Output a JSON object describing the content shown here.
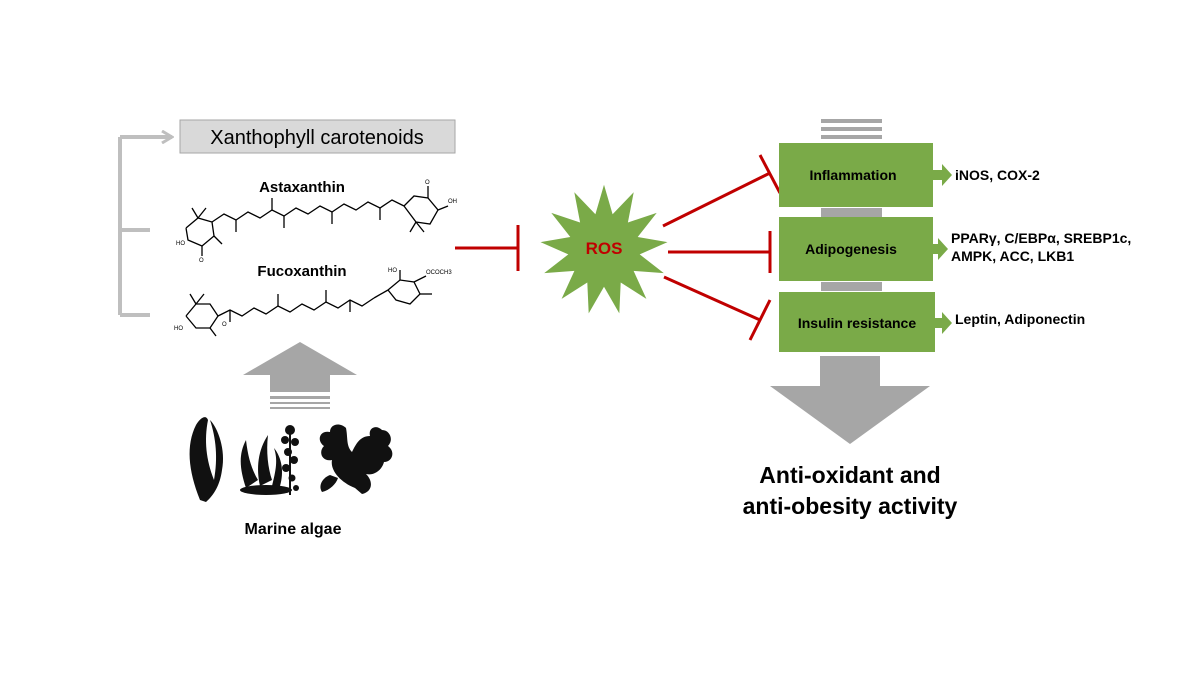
{
  "source": {
    "group_title": "Xanthophyll carotenoids",
    "compounds": [
      {
        "name": "Astaxanthin"
      },
      {
        "name": "Fucoxanthin"
      }
    ],
    "origin_label": "Marine algae"
  },
  "central": {
    "label": "ROS"
  },
  "targets": [
    {
      "label": "Inflammation",
      "markers": [
        "iNOS, COX-2"
      ]
    },
    {
      "label": "Adipogenesis",
      "markers": [
        "PPARγ, C/EBPα, SREBP1c,",
        "AMPK, ACC, LKB1"
      ]
    },
    {
      "label": "Insulin resistance",
      "markers": [
        "Leptin, Adiponectin"
      ]
    }
  ],
  "outcome": {
    "lines": [
      "Anti-oxidant and",
      "anti-obesity activity"
    ]
  },
  "colors": {
    "green_box": "#7aaa48",
    "inhibit_red": "#c00000",
    "arrow_gray": "#a6a6a6",
    "title_box_fill": "#d9d9d9",
    "ros_text": "#c00000"
  }
}
